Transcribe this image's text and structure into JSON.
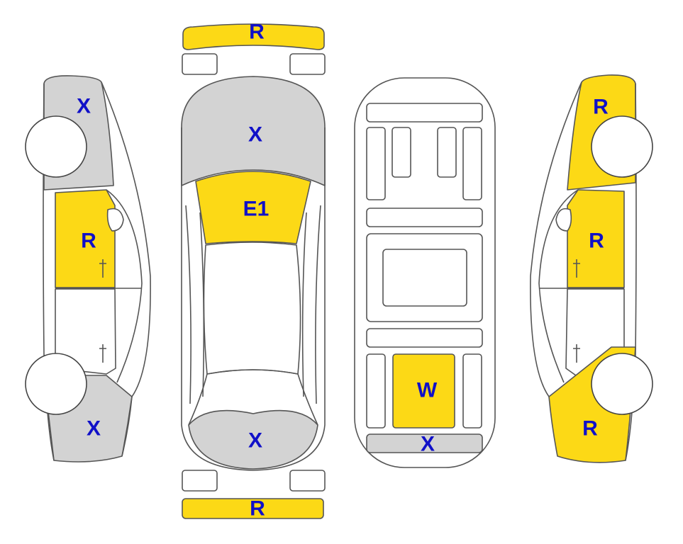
{
  "colors": {
    "R": "#fcd916",
    "E1": "#fcd916",
    "W": "#fcd916",
    "X": "#d3d3d3",
    "none": "#ffffff",
    "label": "#1010c8"
  },
  "views": {
    "left_side": {
      "front": {
        "code": "X",
        "label": "X"
      },
      "front_door": {
        "code": "R",
        "label": "R"
      },
      "rear_door": {
        "code": "none"
      },
      "rear": {
        "code": "X",
        "label": "X"
      }
    },
    "top": {
      "front_bumper": {
        "code": "R",
        "label": "R"
      },
      "hood": {
        "code": "X",
        "label": "X"
      },
      "windshield": {
        "code": "E1",
        "label": "E1"
      },
      "roof": {
        "code": "none"
      },
      "trunk": {
        "code": "X",
        "label": "X"
      },
      "rear_bumper": {
        "code": "R",
        "label": "R"
      }
    },
    "underbody": {
      "center_panel": {
        "code": "none"
      },
      "rear_center": {
        "code": "W",
        "label": "W"
      },
      "rear_bar": {
        "code": "X",
        "label": "X"
      }
    },
    "right_side": {
      "front": {
        "code": "R",
        "label": "R"
      },
      "front_door": {
        "code": "R",
        "label": "R"
      },
      "rear_door": {
        "code": "none"
      },
      "rear": {
        "code": "R",
        "label": "R"
      }
    }
  }
}
